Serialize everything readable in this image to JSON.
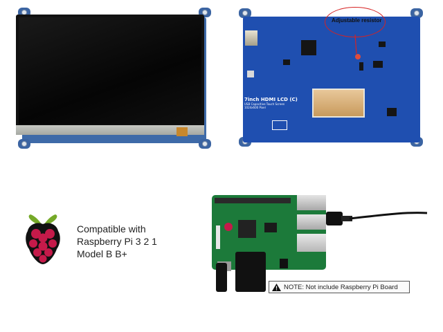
{
  "callout": {
    "label": "Adjustable resistor"
  },
  "pcb_print": {
    "title": "7inch HDMI LCD (C)",
    "subtitle_line1": "USB Capacitive Touch Screen",
    "subtitle_line2": "1024x600 Pixel"
  },
  "compatibility": {
    "line1": "Compatible with",
    "line2": "Raspberry Pi 3 2 1",
    "line3": "Model B B+"
  },
  "note": {
    "text": "NOTE: Not include Raspberry Pi Board",
    "icon": "warning-icon"
  },
  "colors": {
    "pcb_blue": "#1f4fb0",
    "board_green": "#1c7a3a",
    "callout_red": "#d62222",
    "raspberry_red": "#c51a4a",
    "leaf_green": "#75a928"
  }
}
